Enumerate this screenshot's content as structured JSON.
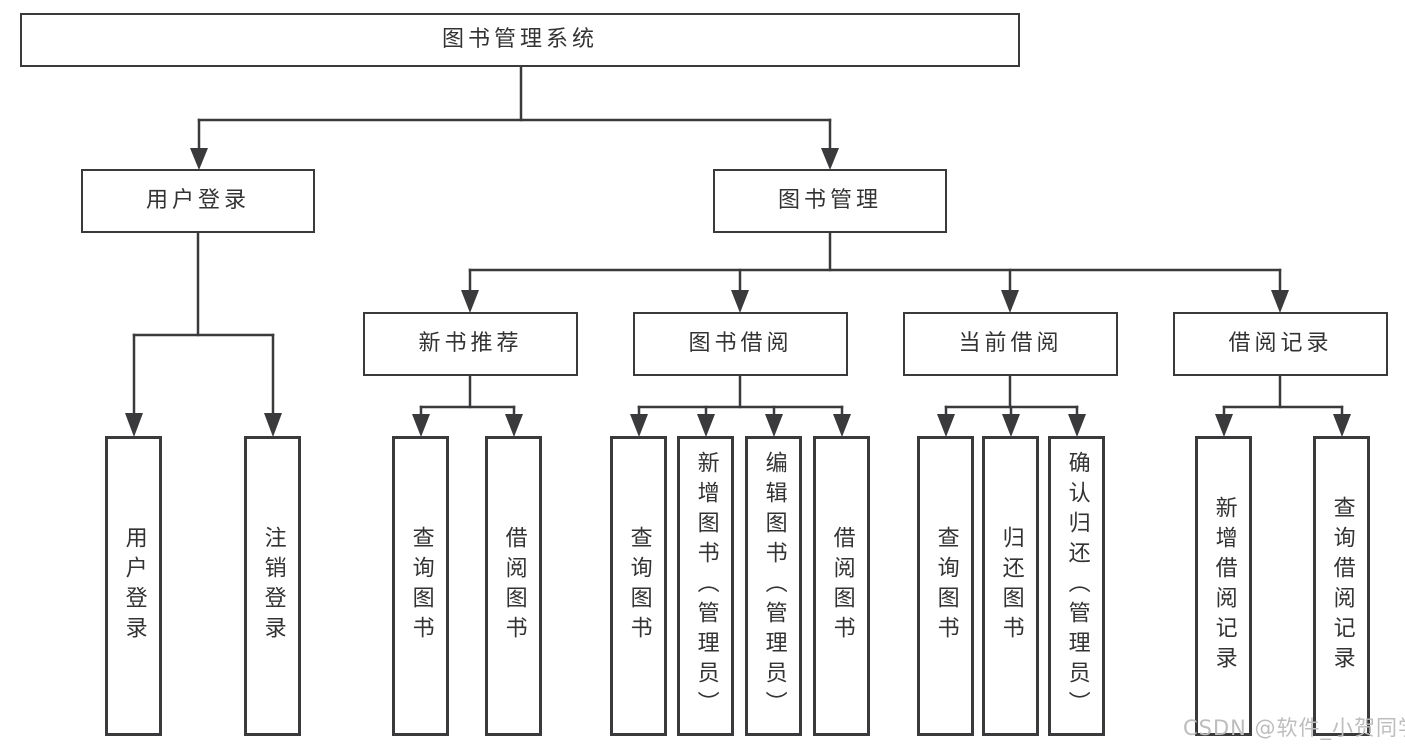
{
  "tree": {
    "label": "图书管理系统",
    "children": [
      {
        "label": "用户登录",
        "children": [
          {
            "label": "用户登录"
          },
          {
            "label": "注销登录"
          }
        ]
      },
      {
        "label": "图书管理",
        "children": [
          {
            "label": "新书推荐",
            "children": [
              {
                "label": "查询图书"
              },
              {
                "label": "借阅图书"
              }
            ]
          },
          {
            "label": "图书借阅",
            "children": [
              {
                "label": "查询图书"
              },
              {
                "label": "新增图书（管理员）"
              },
              {
                "label": "编辑图书（管理员）"
              },
              {
                "label": "借阅图书"
              }
            ]
          },
          {
            "label": "当前借阅",
            "children": [
              {
                "label": "查询图书"
              },
              {
                "label": "归还图书"
              },
              {
                "label": "确认归还（管理员）"
              }
            ]
          },
          {
            "label": "借阅记录",
            "children": [
              {
                "label": "新增借阅记录"
              },
              {
                "label": "查询借阅记录"
              }
            ]
          }
        ]
      }
    ]
  },
  "watermark": {
    "text": "CSDN @软件_小贺同学",
    "color": "#bdbdbd"
  },
  "colors": {
    "line": "#3a3a3c",
    "box_border": "#3a3a3c",
    "text": "#333333",
    "background": "#ffffff"
  }
}
